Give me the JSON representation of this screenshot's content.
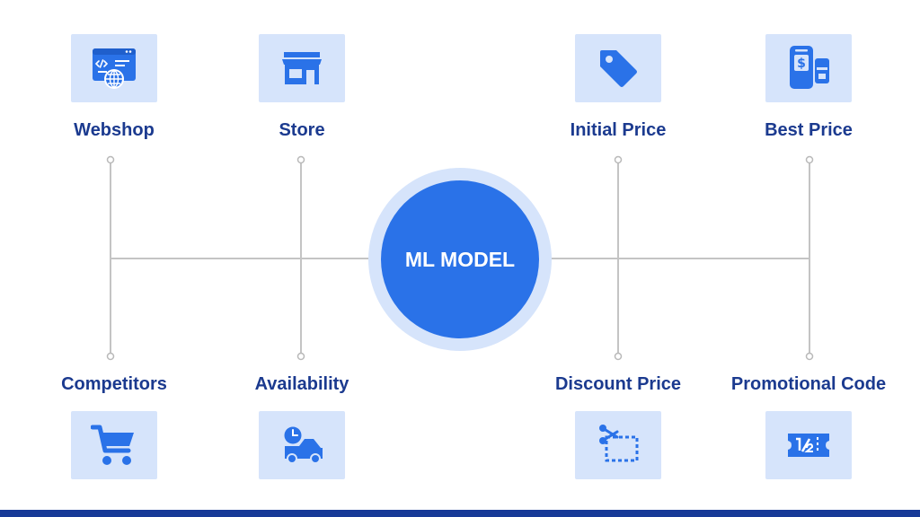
{
  "colors": {
    "accent": "#2a72e8",
    "tile_bg": "#d6e4fb",
    "label": "#1b3a8f",
    "connector": "#c4c4c4",
    "bar": "#173a97"
  },
  "center": {
    "label": "ML MODEL"
  },
  "top_nodes": [
    {
      "label": "Webshop",
      "icon": "browser-globe-icon"
    },
    {
      "label": "Store",
      "icon": "storefront-icon"
    },
    {
      "label": "Initial Price",
      "icon": "price-tag-icon"
    },
    {
      "label": "Best Price",
      "icon": "mobile-dollar-icon"
    }
  ],
  "bottom_nodes": [
    {
      "label": "Competitors",
      "icon": "shopping-cart-icon"
    },
    {
      "label": "Availability",
      "icon": "delivery-clock-icon"
    },
    {
      "label": "Discount Price",
      "icon": "coupon-scissors-icon"
    },
    {
      "label": "Promotional Code",
      "icon": "discount-ticket-icon"
    }
  ]
}
